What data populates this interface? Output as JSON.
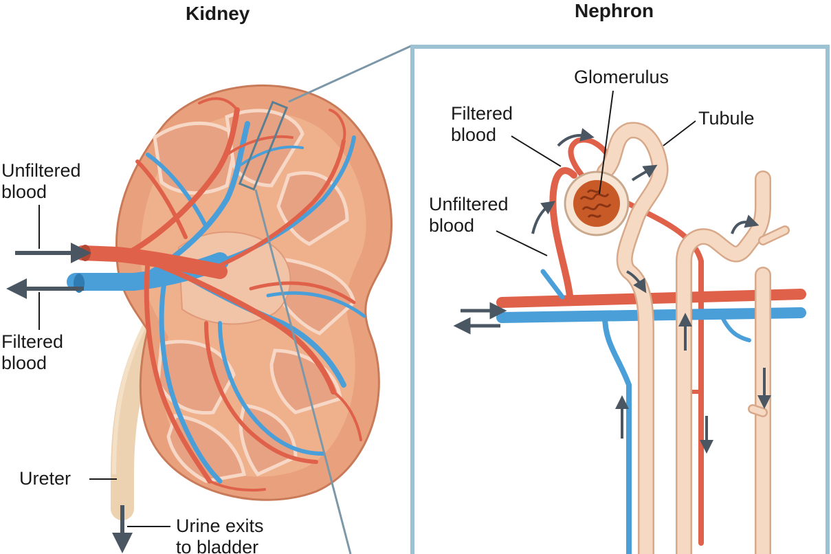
{
  "titles": {
    "kidney": "Kidney",
    "nephron": "Nephron"
  },
  "labels": {
    "kidney_unfiltered": "Unfiltered\nblood",
    "kidney_filtered": "Filtered\nblood",
    "ureter": "Ureter",
    "urine_exits": "Urine exits\nto bladder",
    "glomerulus": "Glomerulus",
    "tubule": "Tubule",
    "nephron_filtered": "Filtered\nblood",
    "nephron_unfiltered": "Unfiltered\nblood"
  },
  "colors": {
    "artery": "#e0614a",
    "vein": "#4a9fd8",
    "kidney_tissue": "#e9a07c",
    "cortex_light": "#f5c9ae",
    "ureter": "#ecd2b0",
    "tubule": "#f6d9c2",
    "panel_border": "#9cc2d3",
    "arrow": "#4a5763",
    "glomerulus": "#c85a28"
  }
}
